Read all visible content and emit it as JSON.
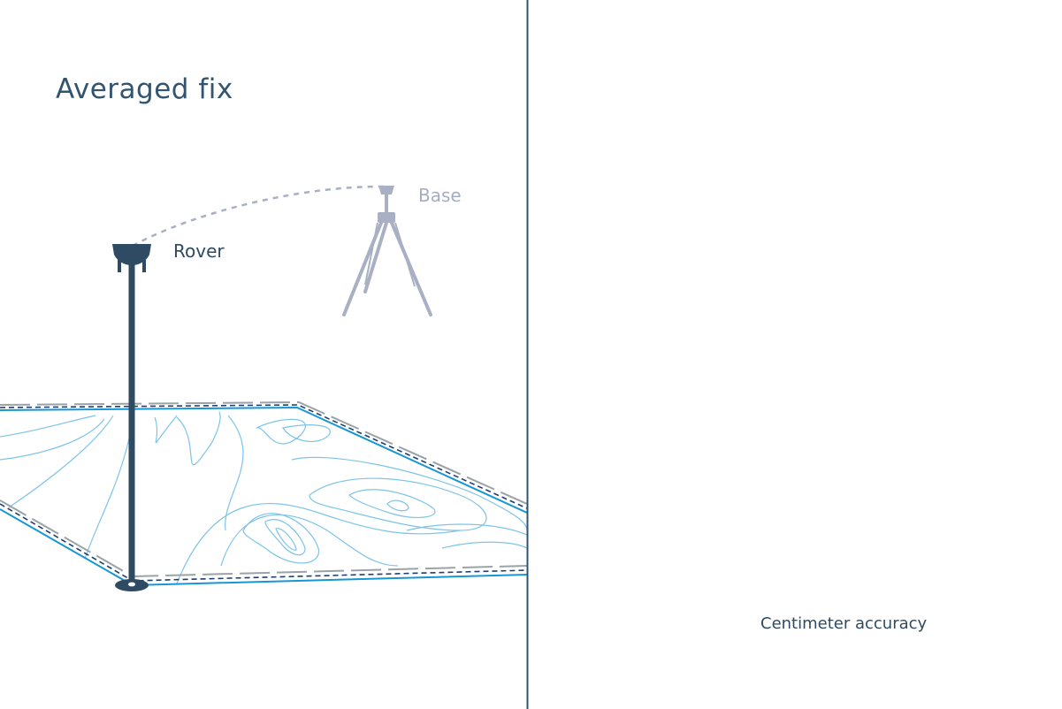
{
  "title": "Averaged fix",
  "panels": [
    {
      "rover_label": "Rover",
      "base_label": "Base"
    },
    {
      "accuracy_label": "Centimeter accuracy"
    }
  ],
  "colors": {
    "dark": "#2f4a63",
    "blue": "#1796d6",
    "light_blue": "#7cc4e8",
    "gray": "#a9b0c4",
    "dash_gray": "#9aa3a6",
    "dash_navy": "#1f3e73",
    "divider": "#33546f"
  },
  "icons": [
    "rover-receiver-icon",
    "base-tripod-icon",
    "survey-ground-plane-icon"
  ]
}
